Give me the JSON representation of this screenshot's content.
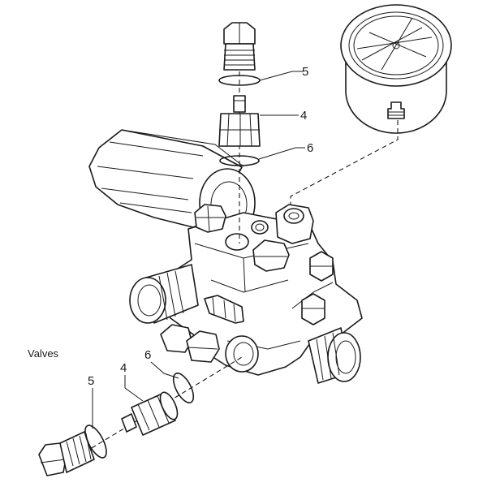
{
  "caption": "Valves",
  "callouts": {
    "top_5": "5",
    "top_4": "4",
    "top_6": "6",
    "bottom_5": "5",
    "bottom_4": "4",
    "bottom_6": "6"
  }
}
